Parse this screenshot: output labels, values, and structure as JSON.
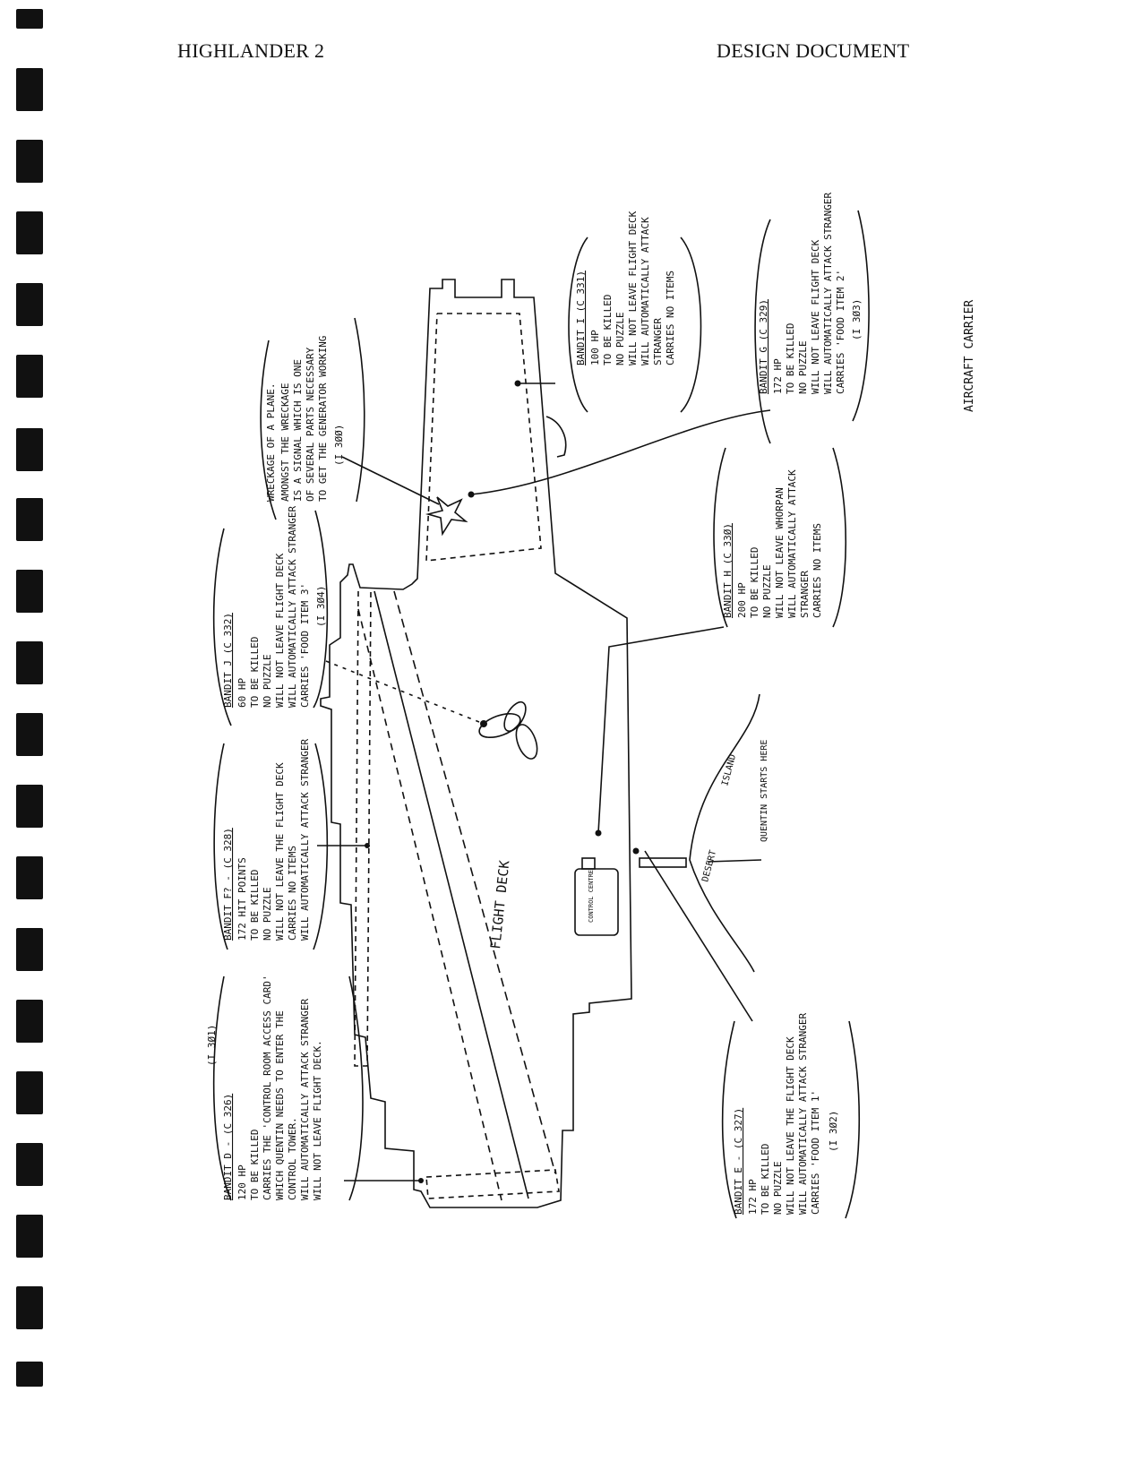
{
  "header": {
    "left": "HIGHLANDER 2",
    "right": "DESIGN DOCUMENT"
  },
  "diagram": {
    "caption": "AIRCRAFT CARRIER",
    "deck_label": "FLIGHT DECK",
    "control_label": "CONTROL CENTRE",
    "start_label": "QUENTIN STARTS HERE",
    "desert_label": "DESERT",
    "island_label": "ISLAND",
    "bandits": [
      {
        "title": "BANDIT I (C 331)",
        "lines": [
          "100 HP",
          "TO BE KILLED",
          "NO PUZZLE",
          "WILL NOT LEAVE FLIGHT DECK",
          "WILL AUTOMATICALLY ATTACK",
          "STRANGER",
          "CARRIES NO ITEMS"
        ]
      },
      {
        "title": "BANDIT G (C 329)",
        "lines": [
          "172 HP",
          "TO BE KILLED",
          "NO PUZZLE",
          "WILL NOT LEAVE FLIGHT DECK",
          "WILL AUTOMATICALLY ATTACK STRANGER",
          "CARRIES 'FOOD ITEM 2'",
          "(I 3Ø3)"
        ]
      },
      {
        "title": "WRECKAGE OF A PLANE.",
        "lines": [
          "AMONGST THE WRECKAGE",
          "IS A SIGNAL WHICH IS ONE",
          "OF SEVERAL PARTS NECESSARY",
          "TO GET THE GENERATOR WORKING",
          "(I 3ØØ)"
        ]
      },
      {
        "title": "BANDIT J (C 332)",
        "lines": [
          "60 HP",
          "TO BE KILLED",
          "NO PUZZLE",
          "WILL NOT LEAVE FLIGHT DECK",
          "WILL AUTOMATICALLY ATTACK STRANGER",
          "CARRIES 'FOOD ITEM 3'",
          "(I 3Ø4)"
        ]
      },
      {
        "title": "BANDIT H (C 33Ø)",
        "lines": [
          "200 HP",
          "TO BE KILLED",
          "NO PUZZLE",
          "WILL NOT LEAVE WHORPAN",
          "WILL AUTOMATICALLY ATTACK",
          "STRANGER",
          "CARRIES NO ITEMS"
        ]
      },
      {
        "title": "BANDIT F? - (C 328)",
        "lines": [
          "172 HIT POINTS",
          "TO BE KILLED",
          "NO PUZZLE",
          "WILL NOT LEAVE THE FLIGHT DECK",
          "CARRIES NO ITEMS",
          "WILL AUTOMATICALLY ATTACK STRANGER"
        ]
      },
      {
        "title": "BANDIT D - (C 326)",
        "lines": [
          "120 HP",
          "TO BE KILLED",
          "CARRIES THE 'CONTROL ROOM ACCESS CARD'",
          "WHICH QUENTIN NEEDS TO ENTER THE",
          "CONTROL TOWER.",
          "WILL AUTOMATICALLY ATTACK STRANGER",
          "WILL NOT LEAVE FLIGHT DECK.",
          "(I 3Ø1)"
        ]
      },
      {
        "title": "BANDIT E - (C 327)",
        "lines": [
          "172 HP",
          "TO BE KILLED",
          "NO PUZZLE",
          "WILL NOT LEAVE THE FLIGHT DECK",
          "WILL AUTOMATICALLY ATTACK STRANGER",
          "CARRIES 'FOOD ITEM 1'",
          "(I 3Ø2)"
        ]
      }
    ]
  }
}
